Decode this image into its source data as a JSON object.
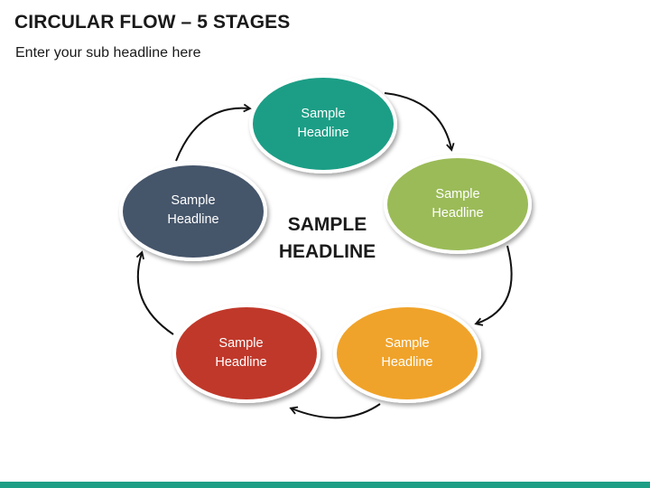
{
  "title": "CIRCULAR FLOW – 5 STAGES",
  "subtitle": "Enter your sub headline here",
  "center": {
    "line1": "SAMPLE",
    "line2": "HEADLINE"
  },
  "stages": [
    {
      "line1": "Sample",
      "line2": "Headline",
      "color": "#1f9e86"
    },
    {
      "line1": "Sample",
      "line2": "Headline",
      "color": "#9bbb59"
    },
    {
      "line1": "Sample",
      "line2": "Headline",
      "color": "#f0a32a"
    },
    {
      "line1": "Sample",
      "line2": "Headline",
      "color": "#c0392b"
    },
    {
      "line1": "Sample",
      "line2": "Headline",
      "color": "#45546a"
    }
  ],
  "footer_color": "#1f9e86"
}
